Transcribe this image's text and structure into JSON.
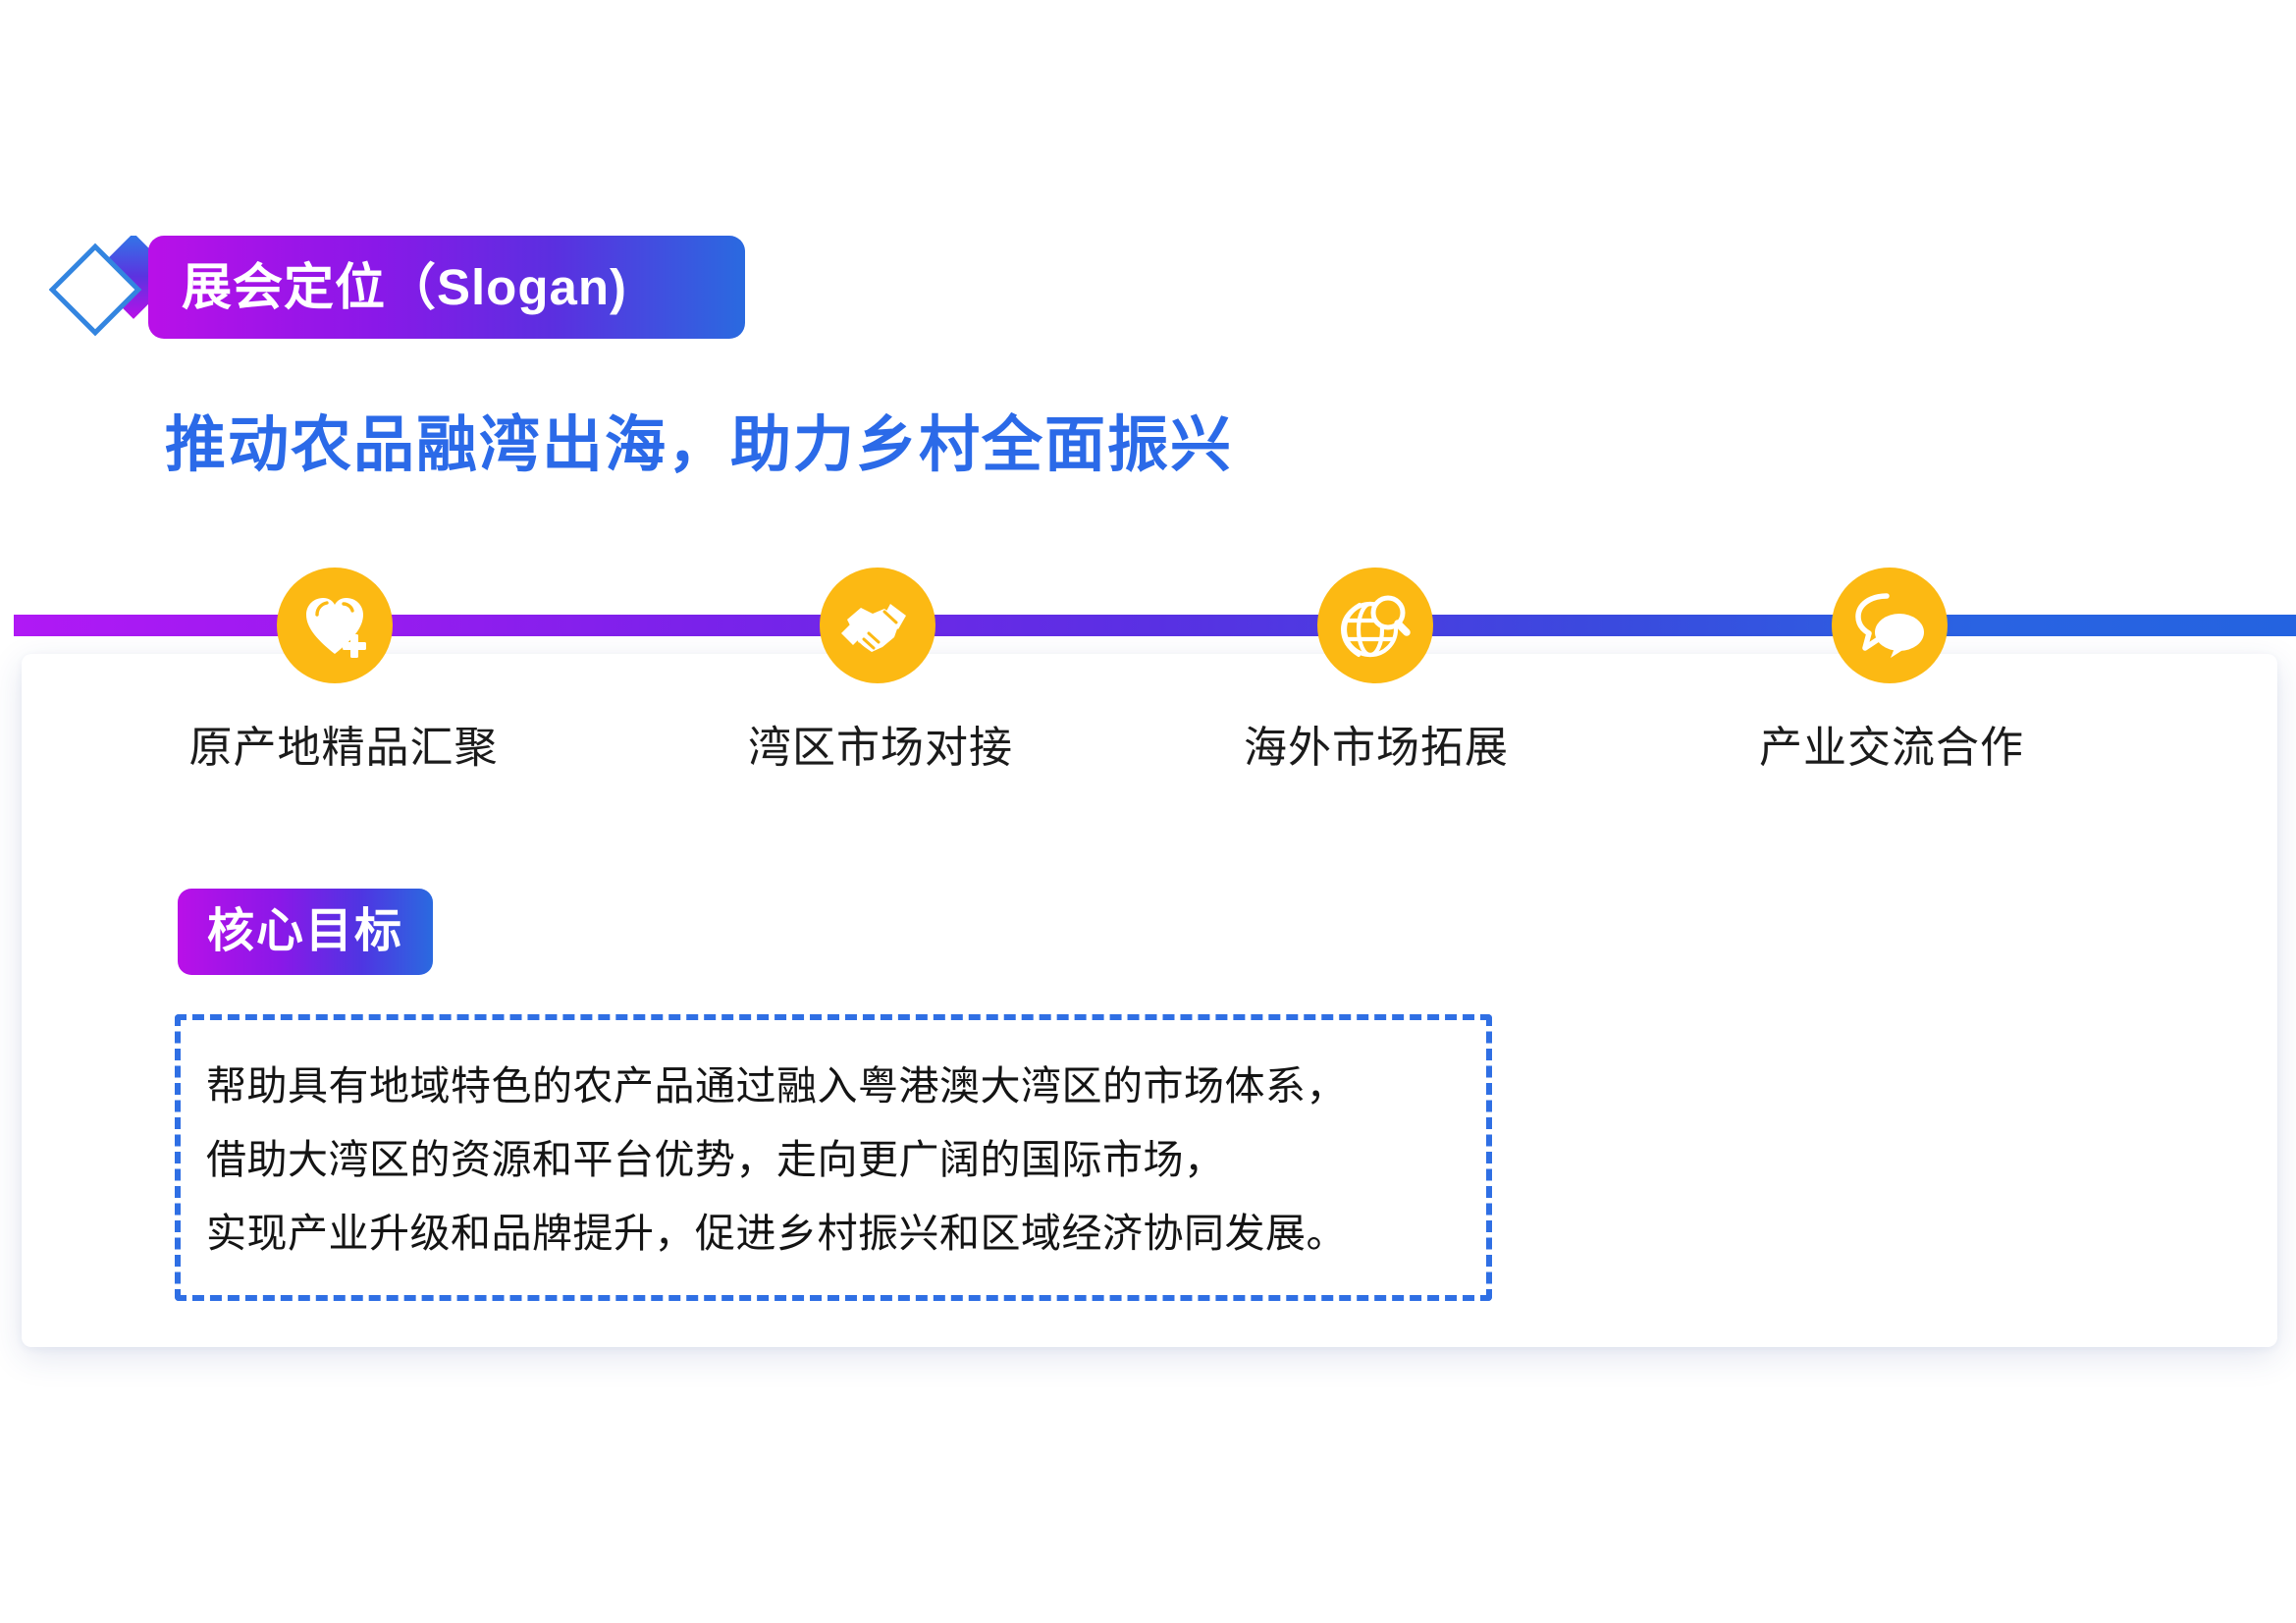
{
  "header": {
    "badge_label": "展会定位（Slogan)",
    "diamond_icon": "diamond-mark-icon"
  },
  "title": "推动农品融湾出海，助力乡村全面振兴",
  "divider": {
    "gradient_from": "#b019f5",
    "gradient_to": "#2463e0"
  },
  "pillars": [
    {
      "label": "原产地精品汇聚",
      "icon": "heart-plus-icon"
    },
    {
      "label": "湾区市场对接",
      "icon": "handshake-icon"
    },
    {
      "label": "海外市场拓展",
      "icon": "globe-search-icon"
    },
    {
      "label": "产业交流合作",
      "icon": "chat-bubbles-icon"
    }
  ],
  "core_goal": {
    "badge_label": "核心目标",
    "lines": [
      "帮助具有地域特色的农产品通过融入粤港澳大湾区的市场体系，",
      "借助大湾区的资源和平台优势，走向更广阔的国际市场，",
      "实现产业升级和品牌提升，促进乡村振兴和区域经济协同发展。"
    ]
  },
  "colors": {
    "accent_purple": "#b910e8",
    "accent_blue": "#2a6ae0",
    "title_blue": "#2b6ae8",
    "icon_amber": "#fcb913",
    "dashed_border": "#2f6fe4"
  }
}
